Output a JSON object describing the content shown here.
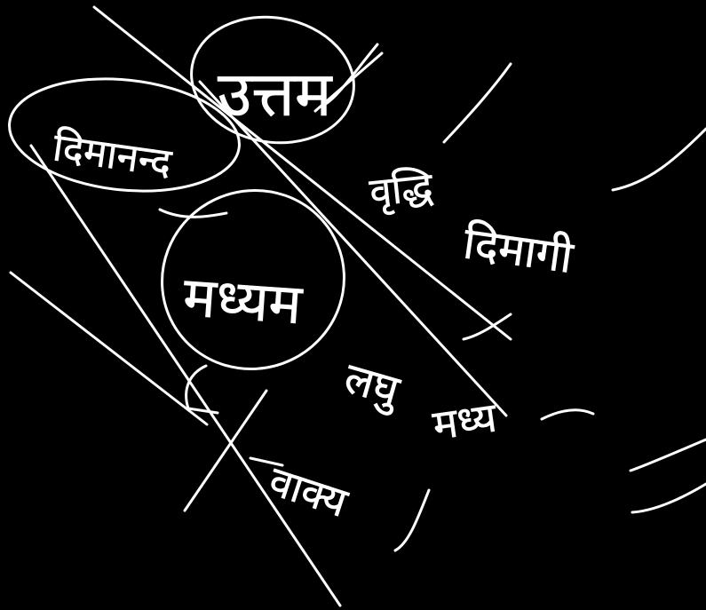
{
  "canvas": {
    "background": "#000000",
    "ink_color": "#ffffff"
  },
  "words": {
    "dimanand": "दिमानन्द",
    "uttam": "उत्तम",
    "madhyam": "मध्यम",
    "laghu": "लघु",
    "vrddhi": "वृद्धि",
    "dimagi": "दिमागी",
    "vakya": "वाक्य",
    "madhyam_short": "मध्य"
  }
}
